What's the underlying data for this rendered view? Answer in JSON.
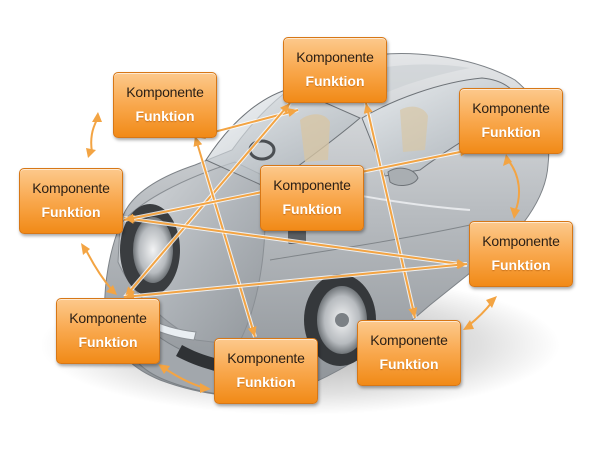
{
  "colors": {
    "box_top": "#fcc98c",
    "box_bottom": "#f18a17",
    "connector": "#f3a443",
    "connector_outline": "#ffffff",
    "function_text": "#ffffff",
    "component_text": "#2c2016"
  },
  "boxes": [
    {
      "id": "top-center",
      "component": "Komponente",
      "function": "Funktion"
    },
    {
      "id": "upper-left",
      "component": "Komponente",
      "function": "Funktion"
    },
    {
      "id": "upper-right",
      "component": "Komponente",
      "function": "Funktion"
    },
    {
      "id": "mid-left",
      "component": "Komponente",
      "function": "Funktion"
    },
    {
      "id": "center",
      "component": "Komponente",
      "function": "Funktion"
    },
    {
      "id": "mid-right",
      "component": "Komponente",
      "function": "Funktion"
    },
    {
      "id": "lower-left",
      "component": "Komponente",
      "function": "Funktion"
    },
    {
      "id": "bottom-center",
      "component": "Komponente",
      "function": "Funktion"
    },
    {
      "id": "lower-right",
      "component": "Komponente",
      "function": "Funktion"
    }
  ],
  "connections": [
    {
      "from": "upper-left",
      "to": "center"
    },
    {
      "from": "top-center",
      "to": "lower-left"
    },
    {
      "from": "top-center",
      "to": "lower-right"
    },
    {
      "from": "upper-left",
      "to": "bottom-center"
    },
    {
      "from": "mid-left",
      "to": "mid-right"
    },
    {
      "from": "upper-right",
      "to": "mid-left"
    },
    {
      "from": "lower-left",
      "to": "mid-right"
    }
  ]
}
